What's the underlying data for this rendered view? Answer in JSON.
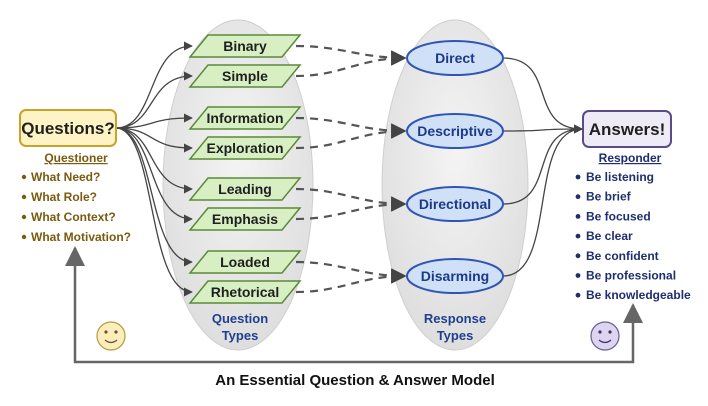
{
  "questioner": {
    "box_label": "Questions?",
    "title": "Questioner",
    "items": [
      "What Need?",
      "What Role?",
      "What Context?",
      "What Motivation?"
    ]
  },
  "responder": {
    "box_label": "Answers!",
    "title": "Responder",
    "items": [
      "Be listening",
      "Be brief",
      "Be focused",
      "Be clear",
      "Be confident",
      "Be professional",
      "Be knowledgeable"
    ]
  },
  "question_types": {
    "title_line1": "Question",
    "title_line2": "Types",
    "items": [
      "Binary",
      "Simple",
      "Information",
      "Exploration",
      "Leading",
      "Emphasis",
      "Loaded",
      "Rhetorical"
    ]
  },
  "response_types": {
    "title_line1": "Response",
    "title_line2": "Types",
    "items": [
      "Direct",
      "Descriptive",
      "Directional",
      "Disarming"
    ]
  },
  "footer": "An Essential Question & Answer Model",
  "colors": {
    "question_box_fill": "#fdf3c4",
    "question_box_stroke": "#c9a227",
    "answer_box_fill": "#eeeaf6",
    "answer_box_stroke": "#5a4a8a",
    "parallelogram_fill": "#d8efc4",
    "parallelogram_stroke": "#5a8a3a",
    "ellipse_fill": "#cfe0f7",
    "ellipse_stroke": "#2f55b5",
    "column_fill": "#e8e8e8",
    "questioner_text": "#7a5b10",
    "responder_text": "#1e2e6e",
    "connector": "#444444",
    "smiley_left_fill": "#fbeebd",
    "smiley_right_fill": "#ddd5ef"
  },
  "icons": [
    "smiley-face-icon",
    "smiley-face-icon"
  ]
}
